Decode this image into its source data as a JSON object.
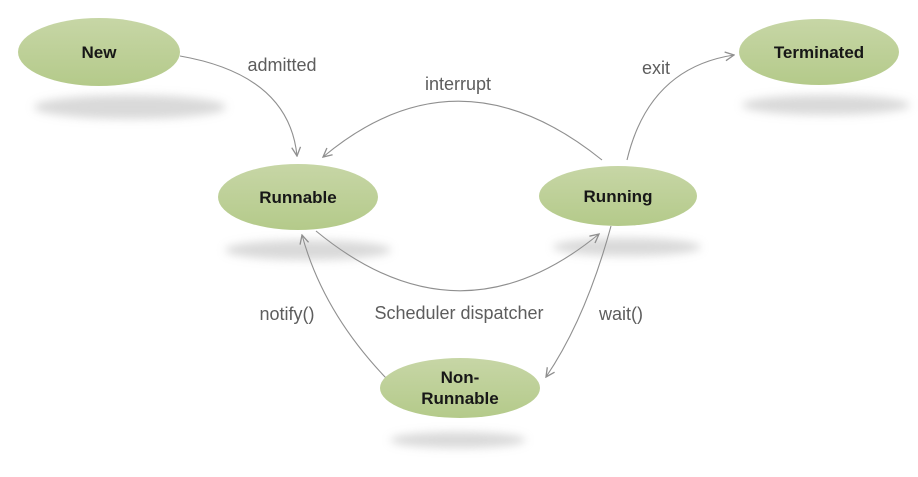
{
  "diagram": {
    "type": "state-diagram",
    "nodes": {
      "new": {
        "label": "New"
      },
      "terminated": {
        "label": "Terminated"
      },
      "runnable": {
        "label": "Runnable"
      },
      "running": {
        "label": "Running"
      },
      "non_runnable": {
        "line1": "Non-",
        "line2": "Runnable"
      }
    },
    "edges": {
      "admitted": {
        "label": "admitted",
        "from": "new",
        "to": "runnable"
      },
      "interrupt": {
        "label": "interrupt",
        "from": "running",
        "to": "runnable"
      },
      "exit": {
        "label": "exit",
        "from": "running",
        "to": "terminated"
      },
      "scheduler_dispatcher": {
        "label": "Scheduler dispatcher",
        "from": "runnable",
        "to": "running"
      },
      "notify": {
        "label": "notify()",
        "from": "non_runnable",
        "to": "runnable"
      },
      "wait": {
        "label": "wait()",
        "from": "running",
        "to": "non_runnable"
      }
    },
    "colors": {
      "node_fill": "#bdd098",
      "node_fill_light": "#c7d6a6",
      "node_fill_dark": "#b4ca8a",
      "node_text": "#171717",
      "edge_line": "#8f8f8f",
      "edge_label_text": "#5d5d5d",
      "shadow": "#c2c2c2",
      "background": "#ffffff"
    }
  }
}
